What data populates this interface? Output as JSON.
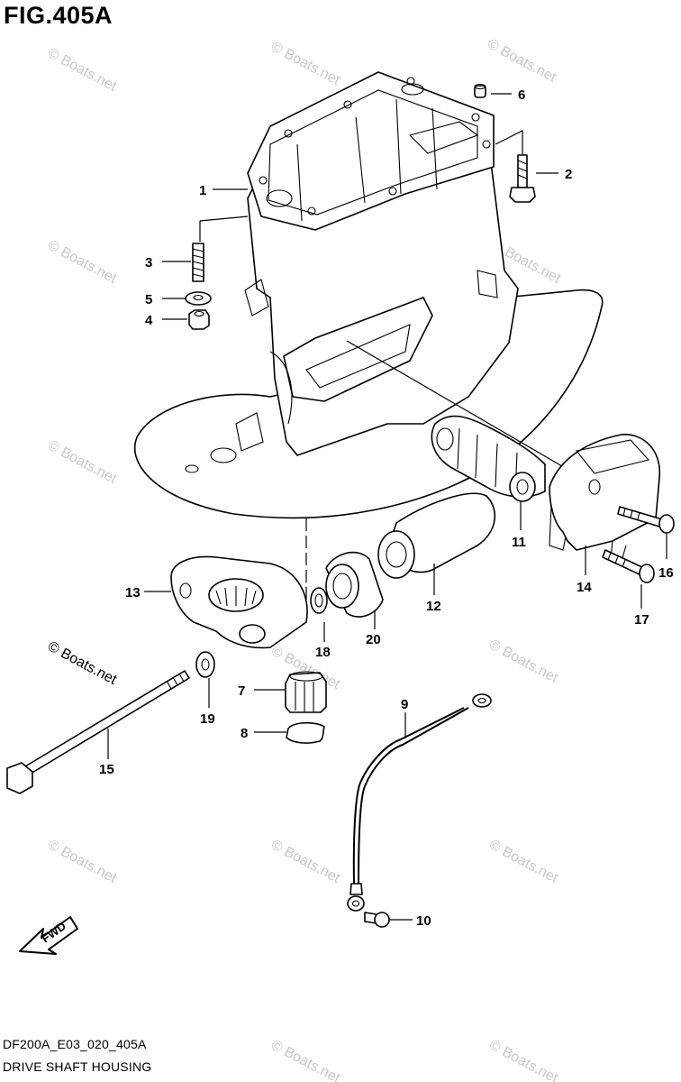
{
  "figure": {
    "title": "FIG.405A",
    "code": "DF200A_E03_020_405A",
    "name": "DRIVE SHAFT HOUSING"
  },
  "watermark": {
    "text": "© Boats.net"
  },
  "fwd_label": "FWD",
  "callouts": [
    {
      "id": "1",
      "label": "1"
    },
    {
      "id": "2",
      "label": "2"
    },
    {
      "id": "3",
      "label": "3"
    },
    {
      "id": "4",
      "label": "4"
    },
    {
      "id": "5",
      "label": "5"
    },
    {
      "id": "6",
      "label": "6"
    },
    {
      "id": "7",
      "label": "7"
    },
    {
      "id": "8",
      "label": "8"
    },
    {
      "id": "9",
      "label": "9"
    },
    {
      "id": "10",
      "label": "10"
    },
    {
      "id": "11",
      "label": "11"
    },
    {
      "id": "12",
      "label": "12"
    },
    {
      "id": "13",
      "label": "13"
    },
    {
      "id": "14",
      "label": "14"
    },
    {
      "id": "15",
      "label": "15"
    },
    {
      "id": "16",
      "label": "16"
    },
    {
      "id": "17",
      "label": "17"
    },
    {
      "id": "18",
      "label": "18"
    },
    {
      "id": "19",
      "label": "19"
    },
    {
      "id": "20",
      "label": "20"
    }
  ],
  "colors": {
    "line": "#000000",
    "watermark": "#c8c8c8",
    "background": "#ffffff"
  }
}
